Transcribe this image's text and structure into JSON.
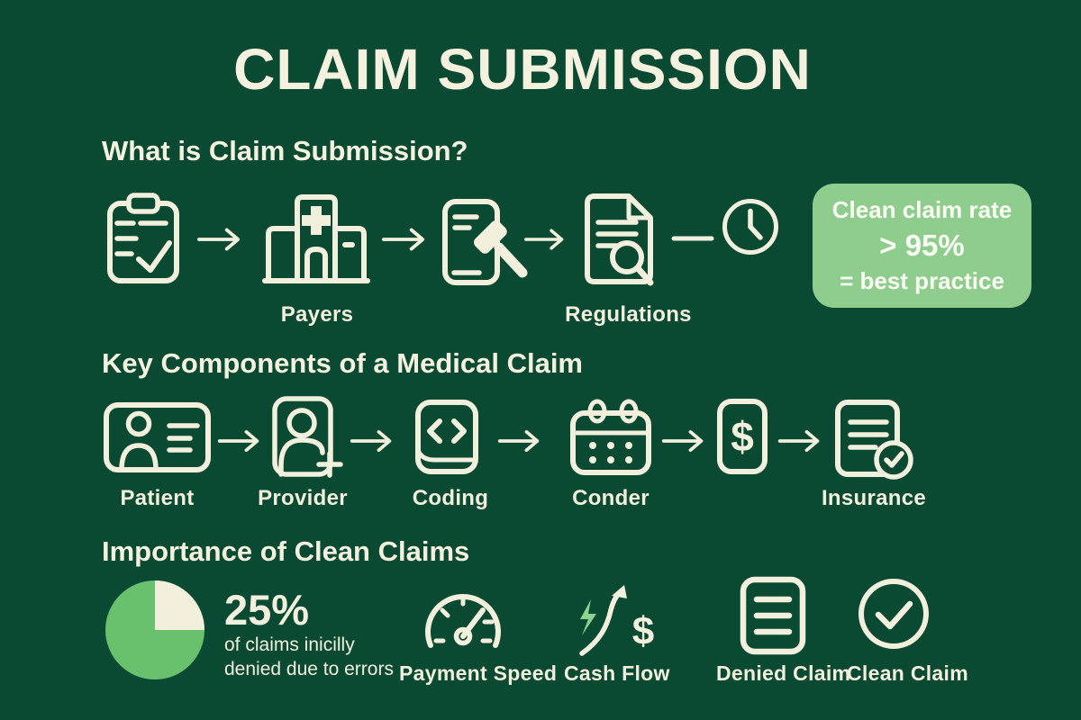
{
  "page": {
    "title": "CLAIM SUBMISSION"
  },
  "colors": {
    "background": "#0a4a33",
    "cream": "#f2efdd",
    "callout_bg": "#8fcd8f",
    "pie_green": "#69c16d",
    "bolt_green": "#8fd38f"
  },
  "section_what": {
    "heading": "What is Claim Submission?",
    "flow": [
      {
        "icon": "clipboard-check-icon",
        "label": ""
      },
      {
        "icon": "hospital-icon",
        "label": "Payers"
      },
      {
        "icon": "gavel-document-icon",
        "label": ""
      },
      {
        "icon": "document-search-icon",
        "label": "Regulations"
      },
      {
        "icon": "clock-icon",
        "label": ""
      }
    ],
    "callout": {
      "line1": "Clean claim rate",
      "line2": "> 95%",
      "line3": "= best practice"
    }
  },
  "section_components": {
    "heading": "Key Components of a Medical Claim",
    "flow": [
      {
        "icon": "patient-id-card-icon",
        "label": "Patient"
      },
      {
        "icon": "provider-badge-icon",
        "label": "Provider"
      },
      {
        "icon": "coding-book-icon",
        "label": "Coding"
      },
      {
        "icon": "calendar-icon",
        "label": "Conder"
      },
      {
        "icon": "dollar-card-icon",
        "label": "",
        "glyph": "$"
      },
      {
        "icon": "insurance-document-icon",
        "label": "Insurance"
      }
    ]
  },
  "section_importance": {
    "heading": "Importance of Clean Claims",
    "stat": {
      "value": "25%",
      "desc_line1": "of claims inicilly",
      "desc_line2": "denied due to errors"
    },
    "items": [
      {
        "icon": "speedometer-icon",
        "label": "Payment Speed"
      },
      {
        "icon": "cash-flow-icon",
        "label": "Cash Flow",
        "glyph": "$"
      },
      {
        "icon": "denied-claim-document-icon",
        "label": "Denied Claim"
      },
      {
        "icon": "clean-claim-check-icon",
        "label": "Clean Claim"
      }
    ]
  },
  "chart_data": {
    "type": "pie",
    "labels": [
      "claims denied",
      "other claims"
    ],
    "values": [
      25,
      75
    ],
    "colors": [
      "#f2efdd",
      "#69c16d"
    ],
    "title": "25% of claims inicilly denied due to errors",
    "legend_position": "none"
  }
}
